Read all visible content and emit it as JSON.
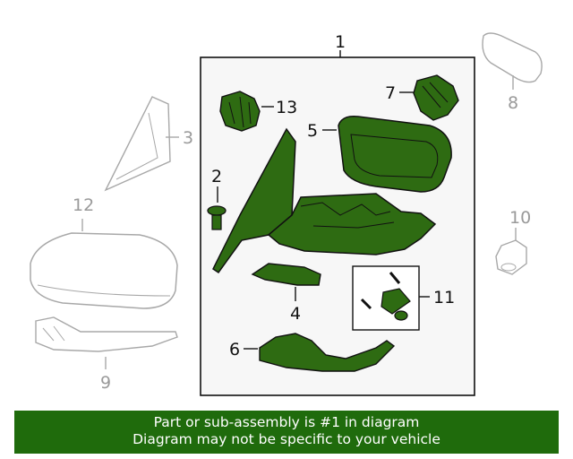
{
  "labels": {
    "p1": "1",
    "p2": "2",
    "p3": "3",
    "p4": "4",
    "p5": "5",
    "p6": "6",
    "p7": "7",
    "p8": "8",
    "p9": "9",
    "p10": "10",
    "p11": "11",
    "p12": "12",
    "p13": "13"
  },
  "banner": {
    "line1": "Part or sub-assembly is #1 in diagram",
    "line2": "Diagram may not be specific to your vehicle"
  },
  "colors": {
    "highlight_fill": "#2e6b12",
    "highlight_stroke": "#111111",
    "inactive_stroke": "#a8a8a8",
    "banner": "#1f6b0c",
    "box_fill": "#f7f7f7"
  }
}
